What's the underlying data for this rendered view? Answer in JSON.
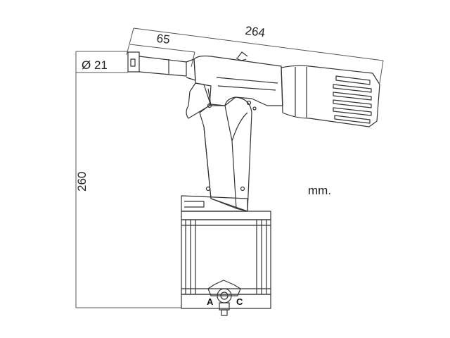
{
  "dimensions": {
    "total_length": "264",
    "nose_length": "65",
    "nose_diameter": "Ø 21",
    "height": "260"
  },
  "unit": "mm.",
  "base_labels": {
    "left": "A",
    "right": "C"
  },
  "colors": {
    "line": "#333333",
    "dim_line": "#555555",
    "background": "#ffffff"
  }
}
